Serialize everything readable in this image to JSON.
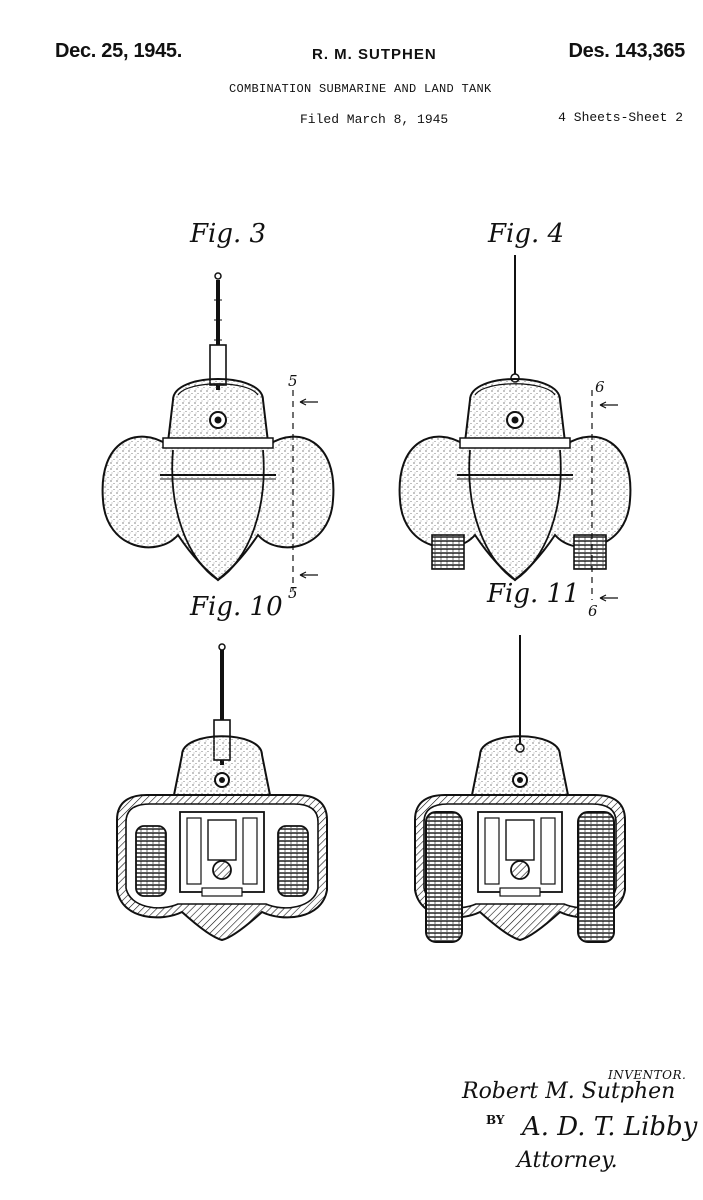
{
  "header": {
    "date": "Dec. 25, 1945.",
    "inventor": "R. M. SUTPHEN",
    "patent_number": "Des. 143,365",
    "title": "COMBINATION SUBMARINE AND LAND TANK",
    "filed": "Filed March 8, 1945",
    "sheet": "4 Sheets-Sheet 2"
  },
  "figures": {
    "fig3": {
      "label": "Fig. 3",
      "section_top": "5",
      "section_bottom": "5"
    },
    "fig4": {
      "label": "Fig. 4",
      "section_top": "6",
      "section_bottom": "6"
    },
    "fig10": {
      "label": "Fig. 10"
    },
    "fig11": {
      "label": "Fig. 11"
    }
  },
  "signatures": {
    "inventor_caption": "INVENTOR.",
    "inventor_name": "Robert M. Sutphen",
    "by": "BY",
    "attorney_name": "A. D. T. Libby",
    "attorney_caption": "Attorney."
  }
}
